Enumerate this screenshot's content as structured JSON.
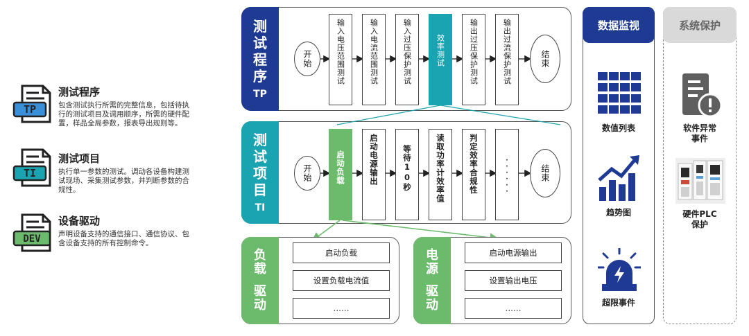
{
  "colors": {
    "tp": "#1f3a93",
    "ti": "#1aa3b0",
    "dev": "#6cbb6c",
    "monitor": "#1f3a93",
    "protect_bg": "#d9d9d9",
    "protect_text": "#666666",
    "efficiency_step": "#1aa3b0",
    "load_step": "#6cbb6c"
  },
  "legend": [
    {
      "icon": "TP",
      "title": "测试程序",
      "desc": [
        "包含测试执行所需的完整信息，包括待执",
        "行的测试项目及调用顺序，所需的硬件配",
        "置，样品全局参数，报表导出规则等。"
      ]
    },
    {
      "icon": "TI",
      "title": "测试项目",
      "desc": [
        "执行单一参数的测试。调动各设备构建测",
        "试现场、采集测试参数，并判断参数的合",
        "规性。"
      ]
    },
    {
      "icon": "DEV",
      "title": "设备驱动",
      "desc": [
        "声明设备支持的通信接口、通信协议、包",
        "含设备支持的所有控制命令。"
      ]
    }
  ],
  "tp": {
    "tag_lines": [
      "测",
      "试",
      "程",
      "序"
    ],
    "tag_code": "TP",
    "start": "开始",
    "end": "结束",
    "steps": [
      "输入电压范围测试",
      "输入电流范围测试",
      "输入过压保护测试",
      "效率测试",
      "输出过压保护测试",
      "输出过流保护测试"
    ]
  },
  "ti": {
    "tag_lines": [
      "测",
      "试",
      "项",
      "目"
    ],
    "tag_code": "TI",
    "start": "开始",
    "end": "结束",
    "steps": [
      "启动负载",
      "启动电源输出",
      "等待10秒",
      "读取功率计效率值",
      "判定效率合规性",
      "······"
    ]
  },
  "load_driver": {
    "tag_lines": [
      "负",
      "载",
      "",
      "驱",
      "动"
    ],
    "rows": [
      "启动负载",
      "设置负载电流值",
      "……"
    ]
  },
  "power_driver": {
    "tag_lines": [
      "电",
      "源",
      "",
      "驱",
      "动"
    ],
    "rows": [
      "启动电源输出",
      "设置输出电压",
      "……"
    ]
  },
  "monitor": {
    "title": "数据监视",
    "items": [
      "数值列表",
      "趋势图",
      "超限事件"
    ]
  },
  "protect": {
    "title": "系统保护",
    "items": [
      [
        "软件异常",
        "事件"
      ],
      [
        "硬件PLC",
        "保护"
      ]
    ]
  }
}
